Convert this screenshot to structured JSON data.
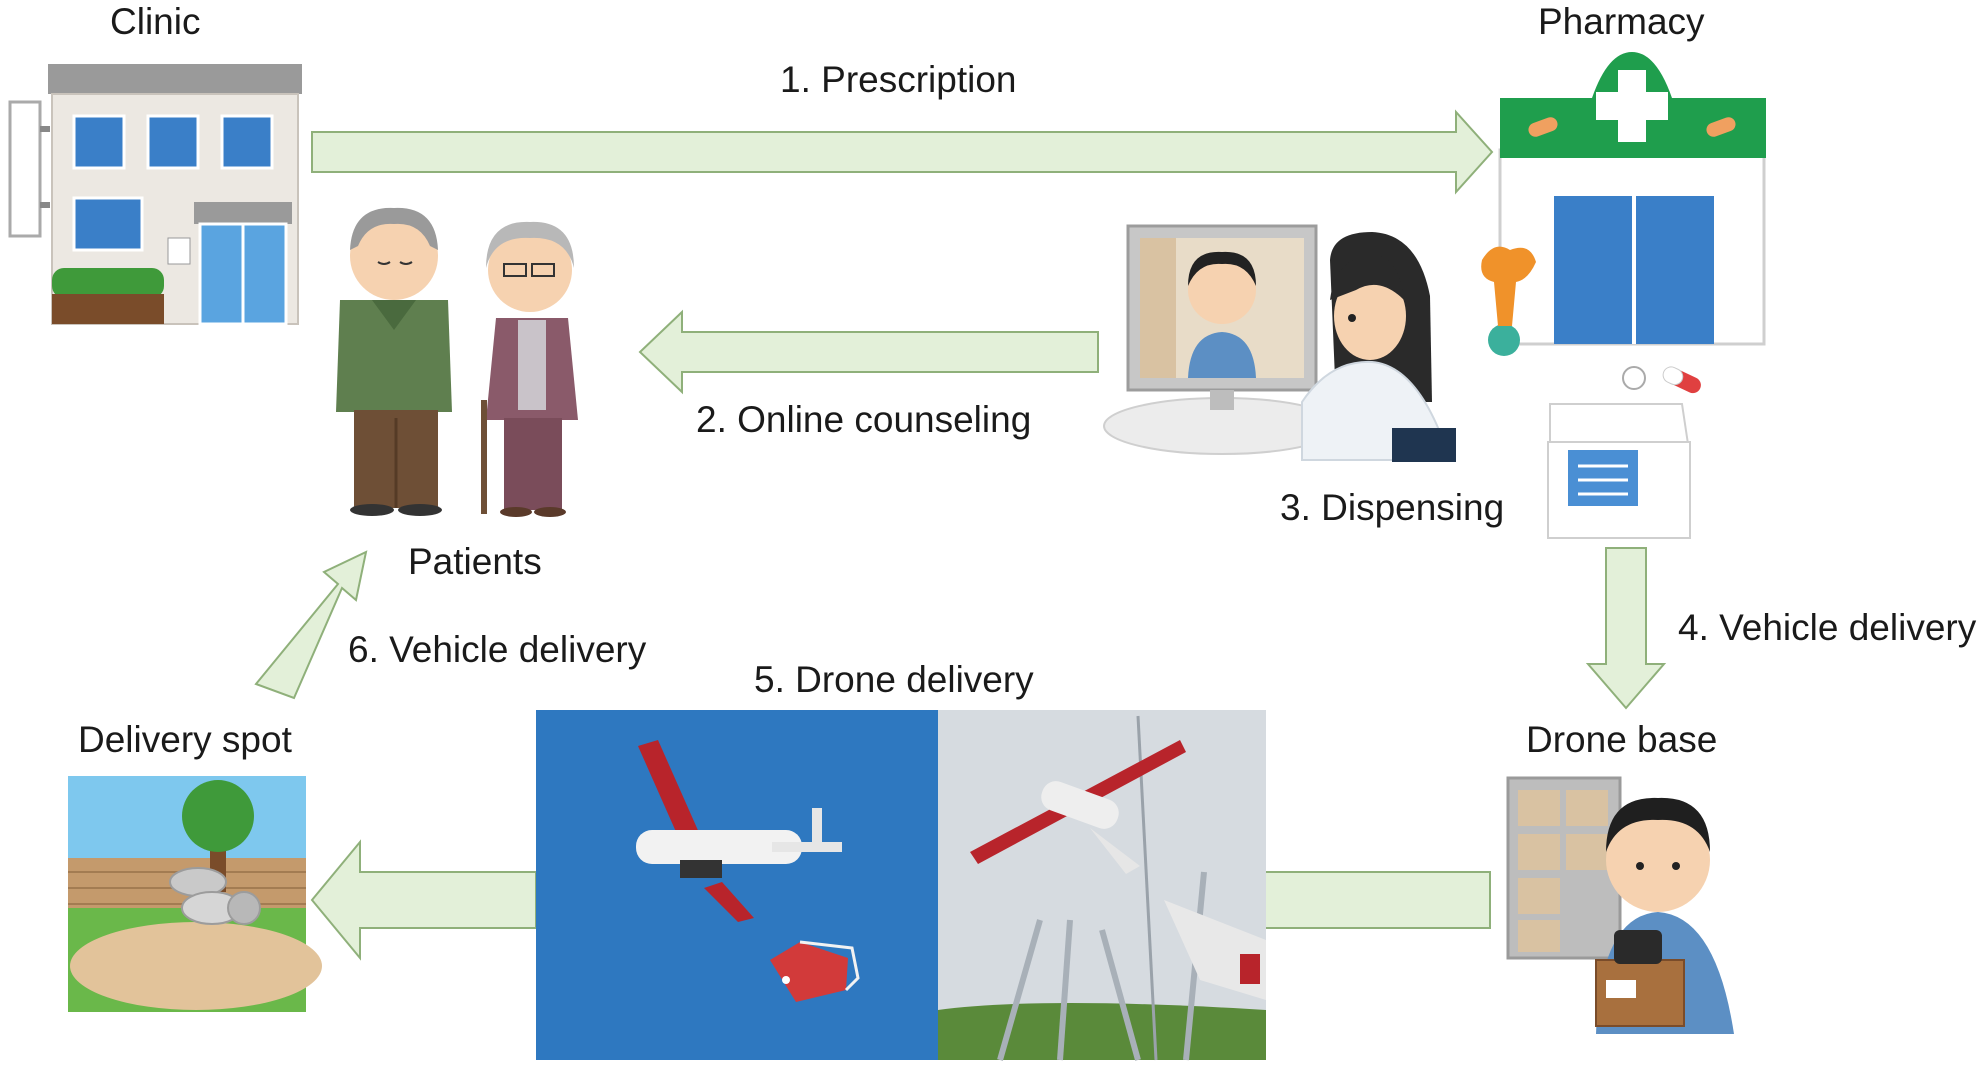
{
  "nodes": {
    "clinic": "Clinic",
    "pharmacy": "Pharmacy",
    "patients": "Patients",
    "drone_base": "Drone base",
    "delivery_spot": "Delivery spot"
  },
  "steps": {
    "s1": "1. Prescription",
    "s2": "2. Online counseling",
    "s3": "3. Dispensing",
    "s4": "4. Vehicle delivery",
    "s5": "5. Drone delivery",
    "s6": "6. Vehicle delivery"
  },
  "colors": {
    "arrow_fill": "#e3f0d9",
    "arrow_stroke": "#8fb07a",
    "pharmacy_green": "#1f9e4d",
    "sky_blue": "#2e78c0",
    "drone_red": "#b8242b"
  }
}
